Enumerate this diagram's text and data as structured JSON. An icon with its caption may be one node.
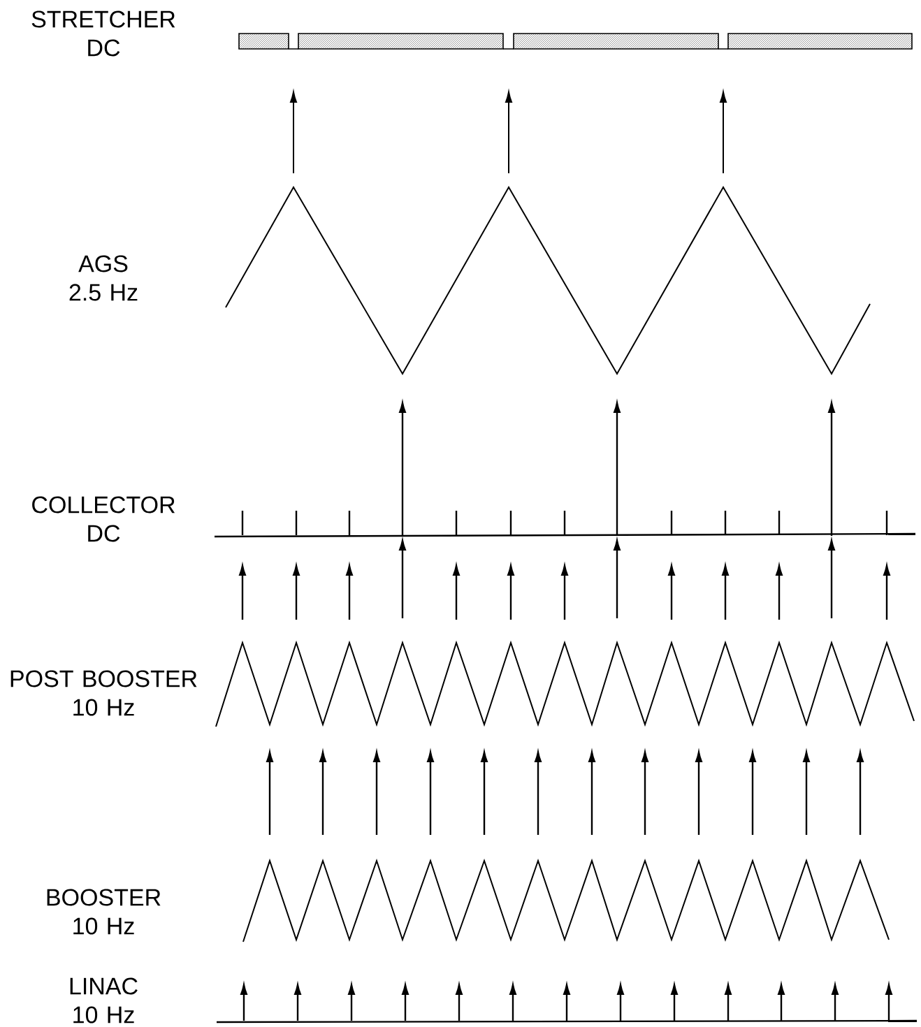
{
  "diagram": {
    "labels": [
      "STRETCHER DC",
      "AGS 2.5 Hz",
      "COLLECTOR DC",
      "POST BOOSTER 10 Hz",
      "BOOSTER 10 Hz",
      "LINAC 10 Hz"
    ]
  }
}
